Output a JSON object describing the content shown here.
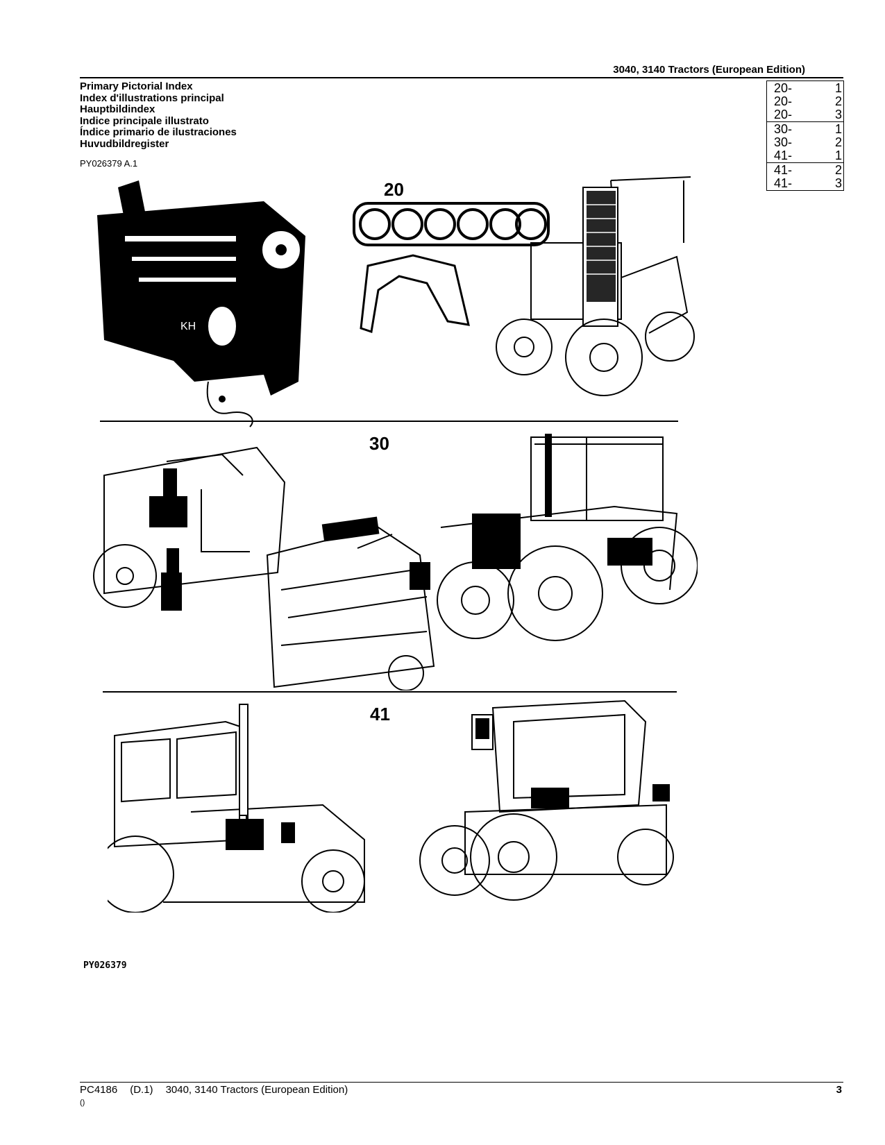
{
  "header": {
    "title": "3040, 3140 Tractors (European Edition)"
  },
  "titles": [
    "Primary Pictorial Index",
    "Index d'illustrations principal",
    "Hauptbildindex",
    "Indice principale illustrato",
    "Índice primario de ilustraciones",
    "Huvudbildregister"
  ],
  "figure_id": "PY026379 A.1",
  "index_table": {
    "groups": [
      [
        {
          "code": "20-",
          "page": "1"
        },
        {
          "code": "20-",
          "page": "2"
        },
        {
          "code": "20-",
          "page": "3"
        }
      ],
      [
        {
          "code": "30-",
          "page": "1"
        },
        {
          "code": "30-",
          "page": "2"
        },
        {
          "code": "41-",
          "page": "1"
        }
      ],
      [
        {
          "code": "41-",
          "page": "2"
        },
        {
          "code": "41-",
          "page": "3"
        }
      ]
    ]
  },
  "sections": [
    {
      "number": "20"
    },
    {
      "number": "30"
    },
    {
      "number": "41"
    }
  ],
  "illustration_id": "PY026379",
  "footer": {
    "doc": "PC4186",
    "revision": "(D.1)",
    "title": "3040, 3140 Tractors (European Edition)",
    "page": "3",
    "sub": "()"
  },
  "colors": {
    "text": "#000000",
    "background": "#ffffff"
  }
}
